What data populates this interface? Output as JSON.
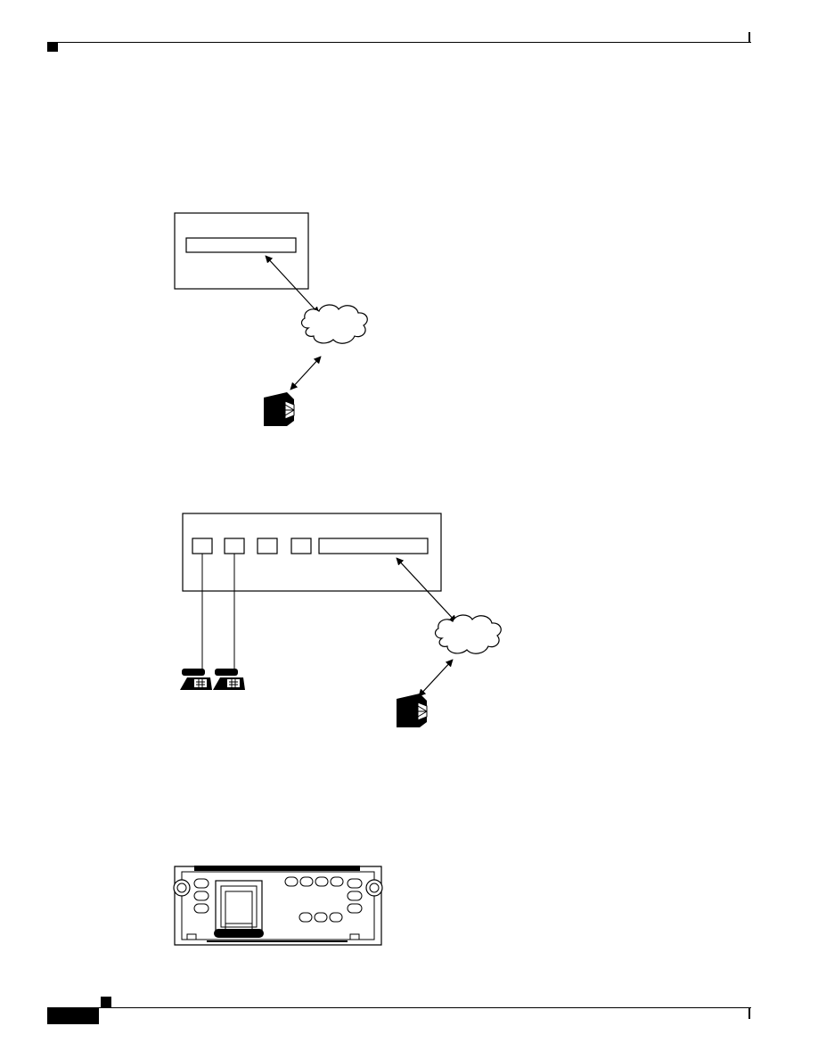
{
  "page": {
    "background": "#ffffff",
    "ink": "#000000"
  },
  "figures": [
    {
      "name": "figure-1",
      "elements": [
        "router-chassis",
        "network-module-slot",
        "network-cloud",
        "central-office-switch"
      ]
    },
    {
      "name": "figure-2",
      "elements": [
        "router-chassis",
        "voice-ports",
        "network-module-slot",
        "network-cloud",
        "central-office-switch",
        "telephones"
      ],
      "voice_port_count": 4,
      "telephone_count": 2
    },
    {
      "name": "figure-3",
      "elements": [
        "interface-card-faceplate",
        "rj-port",
        "leds",
        "thumbscrews"
      ]
    }
  ],
  "icons": {
    "switch": "central-office-switch-icon",
    "phone": "telephone-icon",
    "cloud": "cloud-icon"
  }
}
